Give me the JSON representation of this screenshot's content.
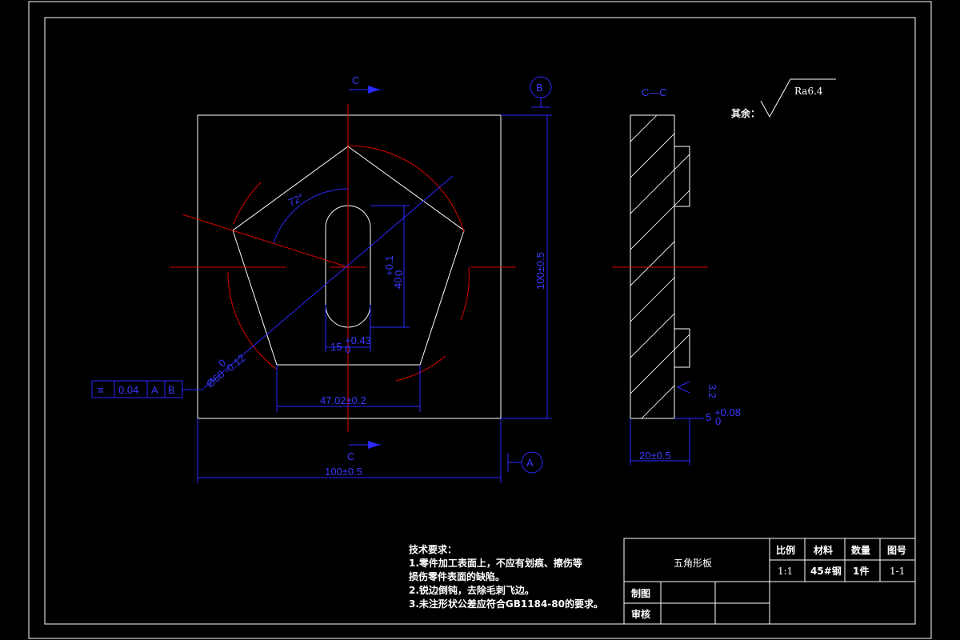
{
  "section_label": "C",
  "section_title": "C—C",
  "datum_b": "B",
  "datum_a": "A",
  "roughness_other_prefix": "其余：",
  "roughness_other_value": "Ra6.4",
  "roughness_local": "3.2",
  "dims": {
    "angle": "72°",
    "slot_length": "40",
    "slot_length_tol": "+0.1",
    "slot_length_tol_low": "0",
    "slot_width": "15",
    "slot_width_tol": "+0.43",
    "slot_width_tol_low": "0",
    "circle_dia": "Ø60",
    "circle_dia_tol_up": "0",
    "circle_dia_tol_low": "-0.12",
    "pentagon_base": "47.02±0.2",
    "height": "100±0.5",
    "width": "100±0.5",
    "thickness": "20±0.5",
    "step": "5",
    "step_tol_up": "+0.08",
    "step_tol_low": "0"
  },
  "tolerance_frame": {
    "symbol": "≡",
    "value": "0.04",
    "datum1": "A",
    "datum2": "B"
  },
  "tech_requirements": {
    "title": "技术要求：",
    "lines": [
      "1.零件加工表面上，不应有划痕、擦伤等",
      "损伤零件表面的缺陷。",
      "2.锐边倒钝，去除毛刺飞边。",
      "3.未注形状公差应符合GB1184-80的要求。"
    ]
  },
  "title_block": {
    "part_name": "五角形板",
    "headers": [
      "比例",
      "材料",
      "数量",
      "图号"
    ],
    "values": [
      "1:1",
      "45#钢",
      "1件",
      "1-1"
    ],
    "drawn_label": "制图",
    "checked_label": "审核"
  }
}
